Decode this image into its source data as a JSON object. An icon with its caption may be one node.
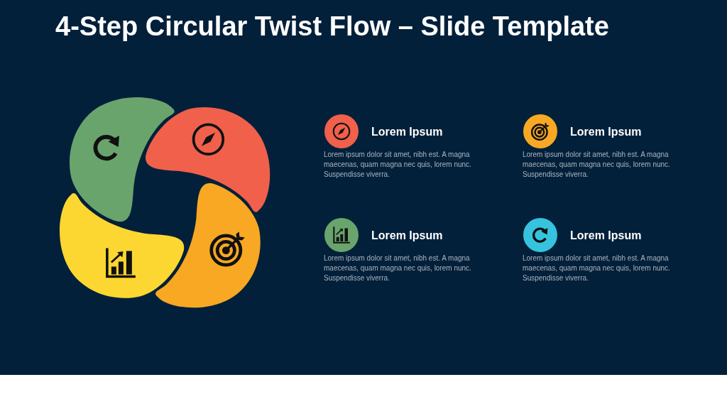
{
  "diagram": {
    "title": "4-Step Circular Twist Flow – Slide Template",
    "nodes": [
      {
        "text": [],
        "shape": "petal"
      },
      {
        "text": [],
        "shape": "petal"
      },
      {
        "text": [],
        "shape": "petal"
      },
      {
        "text": [],
        "shape": "petal"
      }
    ],
    "labels": [
      "Lorem Ipsum",
      "Lorem ipsum dolor sit amet, nibh est. A magna maecenas, quam magna nec quis, lorem nunc. Suspendisse viverra.",
      "Lorem Ipsum",
      "Lorem ipsum dolor sit amet, nibh est. A magna maecenas, quam magna nec quis, lorem nunc. Suspendisse viverra.",
      "Lorem Ipsum",
      "Lorem ipsum dolor sit amet, nibh est. A magna maecenas, quam magna nec quis, lorem nunc. Suspendisse viverra.",
      "Lorem Ipsum",
      "Lorem ipsum dolor sit amet, nibh est. A magna maecenas, quam magna nec quis, lorem nunc. Suspendisse viverra."
    ]
  }
}
